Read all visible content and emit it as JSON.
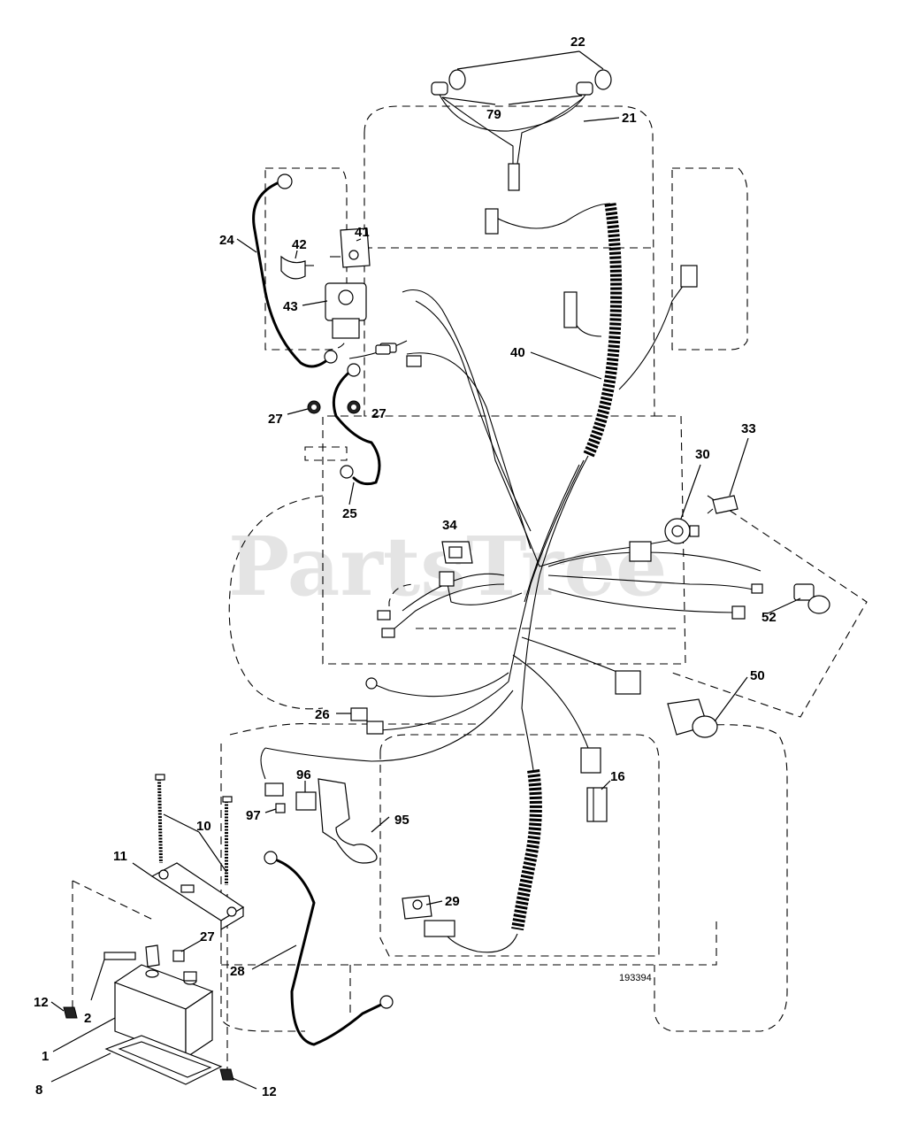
{
  "watermark": "PartsTree",
  "drawing_number": "193394",
  "callouts": {
    "c1": "1",
    "c2": "2",
    "c8": "8",
    "c10": "10",
    "c11": "11",
    "c12a": "12",
    "c12b": "12",
    "c16": "16",
    "c21": "21",
    "c22": "22",
    "c24": "24",
    "c25": "25",
    "c26": "26",
    "c27a": "27",
    "c27b": "27",
    "c27c": "27",
    "c28": "28",
    "c29": "29",
    "c30": "30",
    "c33": "33",
    "c34": "34",
    "c40": "40",
    "c41": "41",
    "c42": "42",
    "c43": "43",
    "c50": "50",
    "c52": "52",
    "c79": "79",
    "c95": "95",
    "c96": "96",
    "c97": "97"
  }
}
